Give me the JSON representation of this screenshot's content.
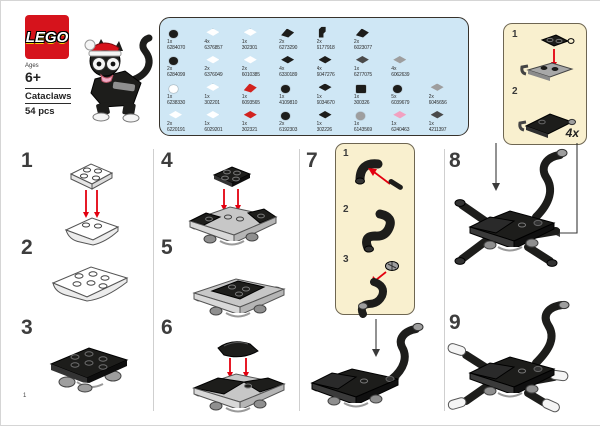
{
  "colors": {
    "lego_red": "#d6131c",
    "arrow_red": "#e3000f",
    "parts_box_bg": "#cfe7f5",
    "callout_bg": "#f9f0cf"
  },
  "header": {
    "logo_text": "LEGO",
    "ages_label": "Ages",
    "age": "6+",
    "title": "Cataclaws",
    "piece_count": "54 pcs"
  },
  "page": {
    "number": "1"
  },
  "parts_inventory": {
    "rows": [
      [
        {
          "qty": "1x",
          "id": "6284070",
          "color": "#1d1d1b",
          "shape": "round"
        },
        {
          "qty": "4x",
          "id": "6376857",
          "color": "#ffffff",
          "shape": "plate"
        },
        {
          "qty": "1x",
          "id": "302301",
          "color": "#ffffff",
          "shape": "plate"
        },
        {
          "qty": "2x",
          "id": "6273290",
          "color": "#1d1d1b",
          "shape": "slope"
        },
        {
          "qty": "2x",
          "id": "6177918",
          "color": "#1d1d1b",
          "shape": "elbow"
        },
        {
          "qty": "2x",
          "id": "6023077",
          "color": "#1d1d1b",
          "shape": "slope"
        }
      ],
      [
        {
          "qty": "2x",
          "id": "6284099",
          "color": "#1d1d1b",
          "shape": "round"
        },
        {
          "qty": "2x",
          "id": "6376049",
          "color": "#ffffff",
          "shape": "plate"
        },
        {
          "qty": "2x",
          "id": "6010385",
          "color": "#ffffff",
          "shape": "plate"
        },
        {
          "qty": "4x",
          "id": "6330189",
          "color": "#1d1d1b",
          "shape": "plate"
        },
        {
          "qty": "4x",
          "id": "6047276",
          "color": "#1d1d1b",
          "shape": "plate"
        },
        {
          "qty": "1x",
          "id": "6277075",
          "color": "#4a4a4a",
          "shape": "plate"
        },
        {
          "qty": "4x",
          "id": "6062639",
          "color": "#9e9e9e",
          "shape": "plate"
        }
      ],
      [
        {
          "qty": "1x",
          "id": "6238330",
          "color": "#ffffff",
          "shape": "round"
        },
        {
          "qty": "1x",
          "id": "302201",
          "color": "#ffffff",
          "shape": "plate"
        },
        {
          "qty": "1x",
          "id": "6093565",
          "color": "#d2231f",
          "shape": "slope"
        },
        {
          "qty": "1x",
          "id": "4109810",
          "color": "#1d1d1b",
          "shape": "round"
        },
        {
          "qty": "1x",
          "id": "6034670",
          "color": "#1d1d1b",
          "shape": "plate"
        },
        {
          "qty": "1x",
          "id": "300326",
          "color": "#1d1d1b",
          "shape": "brick"
        },
        {
          "qty": "5x",
          "id": "6039679",
          "color": "#1d1d1b",
          "shape": "round"
        },
        {
          "qty": "2x",
          "id": "6045656",
          "color": "#9e9e9e",
          "shape": "plate"
        }
      ],
      [
        {
          "qty": "2x",
          "id": "6220191",
          "color": "#ffffff",
          "shape": "plate"
        },
        {
          "qty": "1x",
          "id": "6029201",
          "color": "#ffffff",
          "shape": "plate"
        },
        {
          "qty": "1x",
          "id": "302321",
          "color": "#d2231f",
          "shape": "plate"
        },
        {
          "qty": "2x",
          "id": "6192303",
          "color": "#1d1d1b",
          "shape": "round"
        },
        {
          "qty": "1x",
          "id": "302226",
          "color": "#1d1d1b",
          "shape": "plate"
        },
        {
          "qty": "1x",
          "id": "6143569",
          "color": "#9e9e9e",
          "shape": "round"
        },
        {
          "qty": "1x",
          "id": "6240463",
          "color": "#f2a0c0",
          "shape": "plate"
        },
        {
          "qty": "1x",
          "id": "4211397",
          "color": "#4a4a4a",
          "shape": "plate"
        }
      ]
    ]
  },
  "leg_assembly_box": {
    "steps": [
      "1",
      "2"
    ],
    "multiplier": "4x"
  },
  "tail_assembly_box": {
    "steps": [
      "1",
      "2",
      "3"
    ]
  },
  "steps": [
    {
      "number": "1"
    },
    {
      "number": "2"
    },
    {
      "number": "3"
    },
    {
      "number": "4"
    },
    {
      "number": "5"
    },
    {
      "number": "6"
    },
    {
      "number": "7"
    },
    {
      "number": "8"
    },
    {
      "number": "9"
    }
  ]
}
